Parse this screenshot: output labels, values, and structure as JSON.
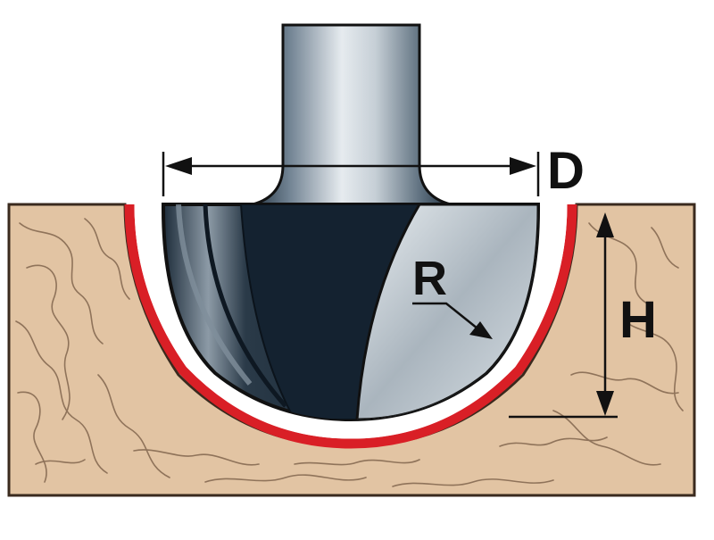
{
  "labels": {
    "diameter": "D",
    "height": "H",
    "radius": "R"
  },
  "colors": {
    "wood": "#e2c4a3",
    "wood_grain": "#8f735a",
    "wood_border": "#3a2a1e",
    "cut_outline": "#d91f26",
    "bit_dark": "#162432",
    "bit_light": "#cfd6dc",
    "shank_light": "#e4e9ed",
    "ink": "#111111"
  },
  "icons": {
    "router_bit": "router-bit-icon",
    "wood_block": "wood-block-icon"
  }
}
